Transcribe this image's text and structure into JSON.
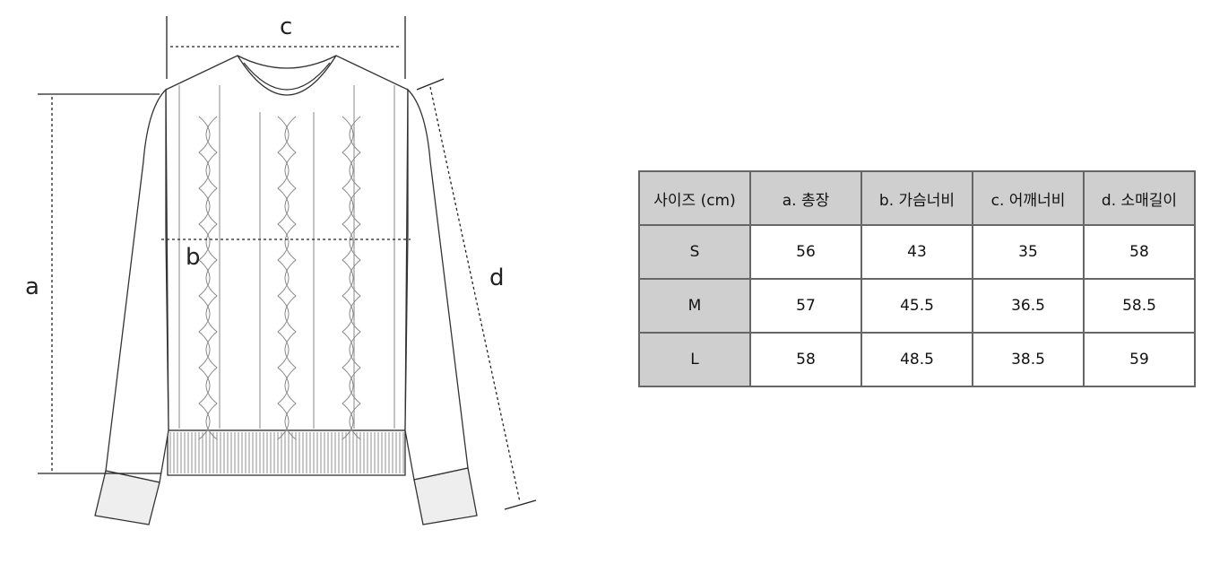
{
  "diagram": {
    "labels": {
      "a": "a",
      "b": "b",
      "c": "c",
      "d": "d"
    }
  },
  "table": {
    "headers": [
      "사이즈 (cm)",
      "a. 총장",
      "b. 가슴너비",
      "c. 어깨너비",
      "d. 소매길이"
    ],
    "rows": [
      [
        "S",
        "56",
        "43",
        "35",
        "58"
      ],
      [
        "M",
        "57",
        "45.5",
        "36.5",
        "58.5"
      ],
      [
        "L",
        "58",
        "48.5",
        "38.5",
        "59"
      ]
    ]
  },
  "colors": {
    "header_bg": "#d0cfd0",
    "border": "#666666"
  }
}
